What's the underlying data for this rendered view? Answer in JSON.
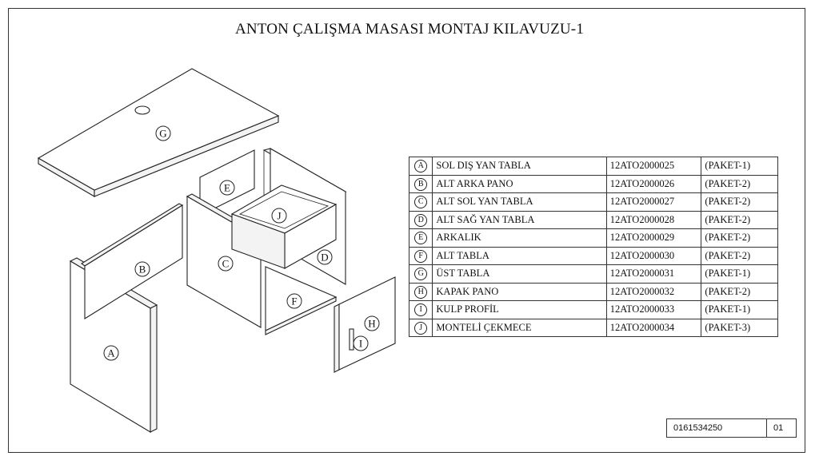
{
  "title": "ANTON ÇALIŞMA MASASI MONTAJ KILAVUZU-1",
  "drawing_labels": {
    "a": "A",
    "b": "B",
    "c": "C",
    "d": "D",
    "e": "E",
    "f": "F",
    "g": "G",
    "h": "H",
    "i": "I",
    "j": "J"
  },
  "parts": [
    {
      "letter": "A",
      "name": "SOL DIŞ YAN TABLA",
      "code": "12ATO2000025",
      "package": "(PAKET-1)"
    },
    {
      "letter": "B",
      "name": "ALT ARKA PANO",
      "code": "12ATO2000026",
      "package": "(PAKET-2)"
    },
    {
      "letter": "C",
      "name": "ALT SOL YAN TABLA",
      "code": "12ATO2000027",
      "package": "(PAKET-2)"
    },
    {
      "letter": "D",
      "name": "ALT SAĞ YAN TABLA",
      "code": "12ATO2000028",
      "package": "(PAKET-2)"
    },
    {
      "letter": "E",
      "name": "ARKALIK",
      "code": "12ATO2000029",
      "package": "(PAKET-2)"
    },
    {
      "letter": "F",
      "name": "ALT TABLA",
      "code": "12ATO2000030",
      "package": "(PAKET-2)"
    },
    {
      "letter": "G",
      "name": "ÜST TABLA",
      "code": "12ATO2000031",
      "package": "(PAKET-1)"
    },
    {
      "letter": "H",
      "name": "KAPAK PANO",
      "code": "12ATO2000032",
      "package": "(PAKET-2)"
    },
    {
      "letter": "I",
      "name": "KULP PROFİL",
      "code": "12ATO2000033",
      "package": "(PAKET-1)"
    },
    {
      "letter": "J",
      "name": "MONTELİ ÇEKMECE",
      "code": "12ATO2000034",
      "package": "(PAKET-3)"
    }
  ],
  "doc": {
    "number": "0161534250",
    "page": "01"
  }
}
